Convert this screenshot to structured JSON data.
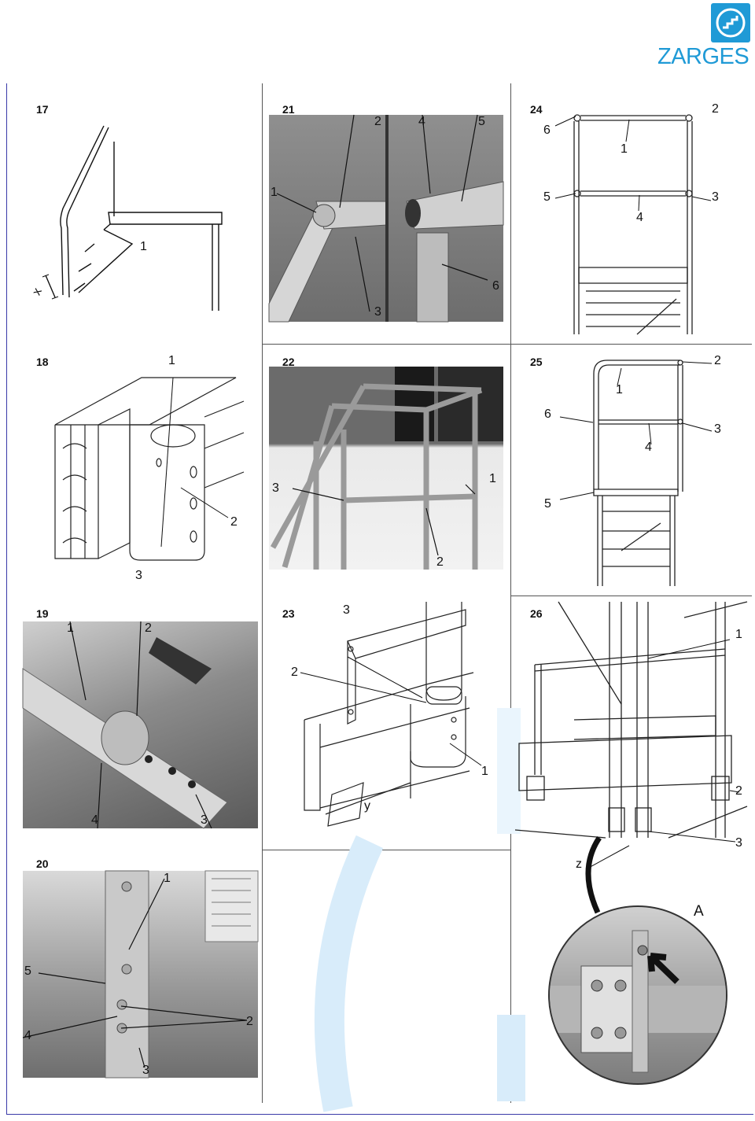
{
  "brand": {
    "name": "ZARGES",
    "color": "#1f9ad6"
  },
  "figures": [
    {
      "id": "17",
      "callouts": [
        "1",
        "x"
      ]
    },
    {
      "id": "18",
      "callouts": [
        "1",
        "2",
        "3"
      ]
    },
    {
      "id": "19",
      "callouts": [
        "1",
        "2",
        "4",
        "3"
      ]
    },
    {
      "id": "20",
      "callouts": [
        "1",
        "5",
        "4",
        "2",
        "3"
      ]
    },
    {
      "id": "21",
      "callouts": [
        "2",
        "4",
        "5",
        "1",
        "6",
        "3"
      ]
    },
    {
      "id": "22",
      "callouts": [
        "3",
        "1",
        "2"
      ]
    },
    {
      "id": "23",
      "callouts": [
        "3",
        "2",
        "1",
        "y"
      ]
    },
    {
      "id": "24",
      "callouts": [
        "2",
        "6",
        "1",
        "5",
        "4",
        "3"
      ]
    },
    {
      "id": "25",
      "callouts": [
        "2",
        "1",
        "6",
        "3",
        "4",
        "5"
      ]
    },
    {
      "id": "26",
      "callouts": [
        "1",
        "2",
        "3",
        "z",
        "A"
      ]
    }
  ]
}
